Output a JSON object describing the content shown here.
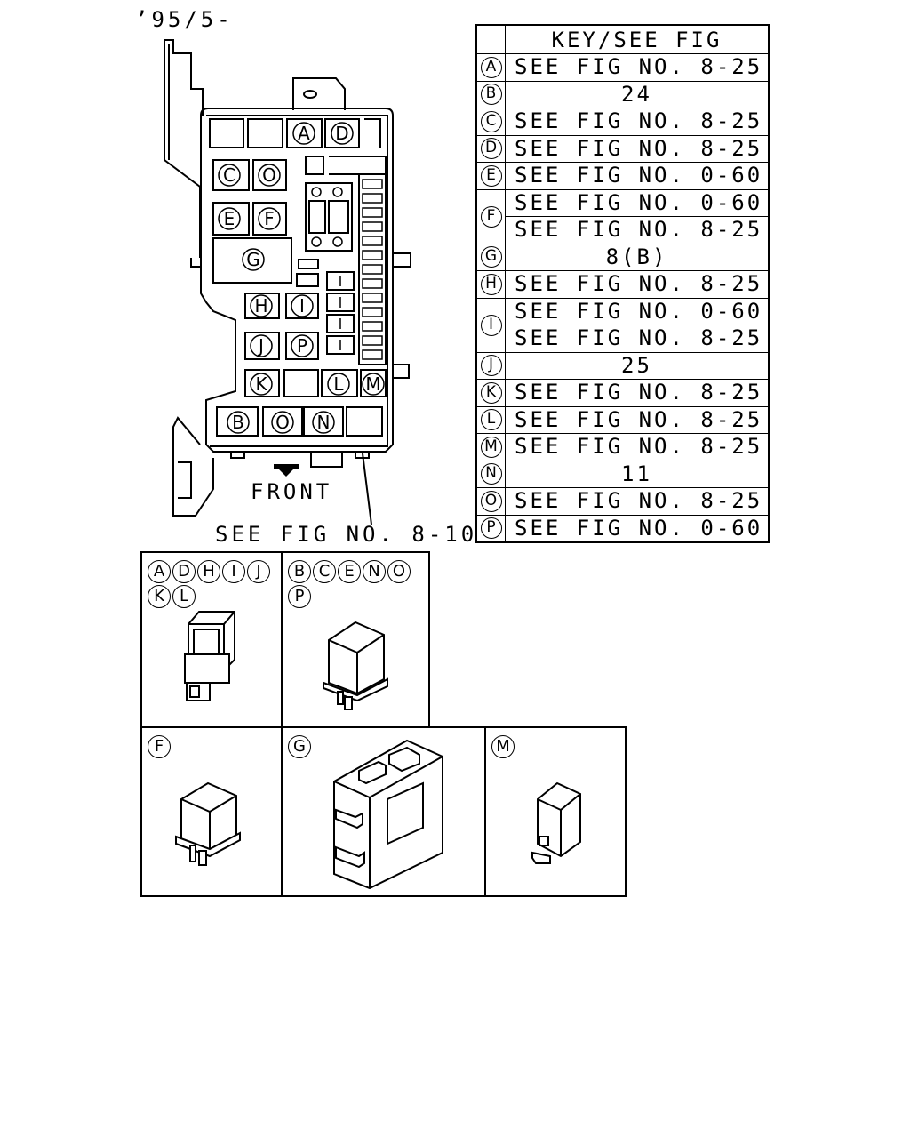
{
  "header": {
    "date_code": "’95/5-"
  },
  "diagram": {
    "front_label": "FRONT",
    "see_fig_label": "SEE FIG NO. 8-10",
    "slots": [
      "A",
      "B",
      "C",
      "D",
      "E",
      "F",
      "G",
      "H",
      "I",
      "J",
      "K",
      "L",
      "M",
      "N",
      "O",
      "P",
      "O"
    ]
  },
  "key_table": {
    "header": "KEY/SEE FIG",
    "rows": [
      {
        "key": "A",
        "values": [
          "SEE FIG NO. 8-25"
        ]
      },
      {
        "key": "B",
        "values": [
          "24"
        ]
      },
      {
        "key": "C",
        "values": [
          "SEE FIG NO. 8-25"
        ]
      },
      {
        "key": "D",
        "values": [
          "SEE FIG NO. 8-25"
        ]
      },
      {
        "key": "E",
        "values": [
          "SEE FIG NO. 0-60"
        ]
      },
      {
        "key": "F",
        "values": [
          "SEE FIG NO. 0-60",
          "SEE FIG NO. 8-25"
        ]
      },
      {
        "key": "G",
        "values": [
          "8(B)"
        ]
      },
      {
        "key": "H",
        "values": [
          "SEE FIG NO. 8-25"
        ]
      },
      {
        "key": "I",
        "values": [
          "SEE FIG NO. 0-60",
          "SEE FIG NO. 8-25"
        ]
      },
      {
        "key": "J",
        "values": [
          "25"
        ]
      },
      {
        "key": "K",
        "values": [
          "SEE FIG NO. 8-25"
        ]
      },
      {
        "key": "L",
        "values": [
          "SEE FIG NO. 8-25"
        ]
      },
      {
        "key": "M",
        "values": [
          "SEE FIG NO. 8-25"
        ]
      },
      {
        "key": "N",
        "values": [
          "11"
        ]
      },
      {
        "key": "O",
        "values": [
          "SEE FIG NO. 8-25"
        ]
      },
      {
        "key": "P",
        "values": [
          "SEE FIG NO. 0-60"
        ]
      }
    ]
  },
  "relay_panels": [
    {
      "id": "relay-type-1",
      "keys": [
        "A",
        "D",
        "H",
        "I",
        "J",
        "K",
        "L"
      ]
    },
    {
      "id": "relay-type-2",
      "keys": [
        "B",
        "C",
        "E",
        "N",
        "O",
        "P"
      ]
    },
    {
      "id": "relay-type-3",
      "keys": [
        "F"
      ]
    },
    {
      "id": "relay-type-4",
      "keys": [
        "G"
      ]
    },
    {
      "id": "relay-type-5",
      "keys": [
        "M"
      ]
    }
  ]
}
